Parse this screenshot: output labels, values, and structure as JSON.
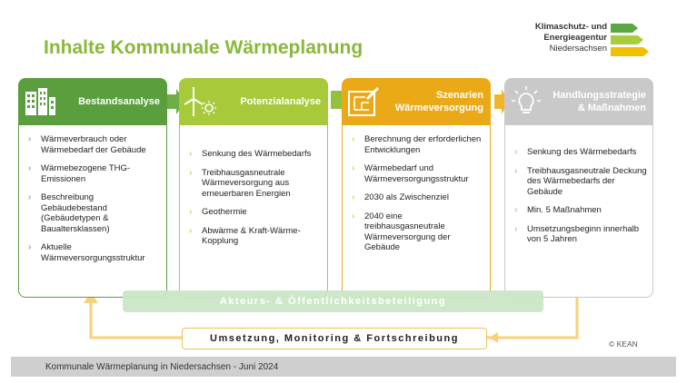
{
  "title": "Inhalte Kommunale Wärmeplanung",
  "logo": {
    "line1": "Klimaschutz- und",
    "line2": "Energieagentur",
    "line3": "Niedersachsen",
    "bar_colors": [
      "#5aa843",
      "#a9cc3c",
      "#f0c000"
    ]
  },
  "columns": [
    {
      "heading": "Bestandsanalyse",
      "icon": "buildings-icon",
      "color": "#5a9e3e",
      "items": [
        "Wärmeverbrauch oder Wärmebedarf der Gebäude",
        "Wärmebezogene THG-Emissionen",
        "Beschreibung Gebäudebestand (Gebäudetypen & Baualtersklassen)",
        "Aktuelle Wärmeversorgungsstruktur"
      ]
    },
    {
      "heading": "Potenzialanalyse",
      "icon": "wind-sun-icon",
      "color": "#a7c93a",
      "items": [
        "Senkung des Wärmebedarfs",
        "Treibhausgasneutrale Wärmeversorgung aus erneuerbaren Energien",
        "Geothermie",
        "Abwärme & Kraft-Wärme-Kopplung"
      ]
    },
    {
      "heading_line1": "Szenarien",
      "heading_line2": "Wärmeversorgung",
      "icon": "blueprint-icon",
      "color": "#eaaa17",
      "items": [
        "Berechnung der erforderlichen Entwicklungen",
        "Wärmebedarf und Wärmeversorgungsstruktur",
        "2030 als Zwischenziel",
        "2040 eine treibhausgasneutrale Wärmeversorgung der Gebäude"
      ]
    },
    {
      "heading_line1": "Handlungsstrategie",
      "heading_line2": "& Maßnahmen",
      "icon": "lightbulb-icon",
      "color": "#c9c9c9",
      "items": [
        "Senkung des Wärmebedarfs",
        "Treibhausgasneutrale Deckung des Wärmebedarfs der Gebäude",
        "Min. 5 Maßnahmen",
        "Umsetzungsbeginn innerhalb von 5 Jahren"
      ]
    }
  ],
  "band_participation": "Akteurs- & Öffentlichkeitsbeteiligung",
  "band_cycle": "Umsetzung, Monitoring & Fortschreibung",
  "copyright": "© KEAN",
  "footer": "Kommunale Wärmeplanung in Niedersachsen - Juni 2024",
  "chevron": "›"
}
